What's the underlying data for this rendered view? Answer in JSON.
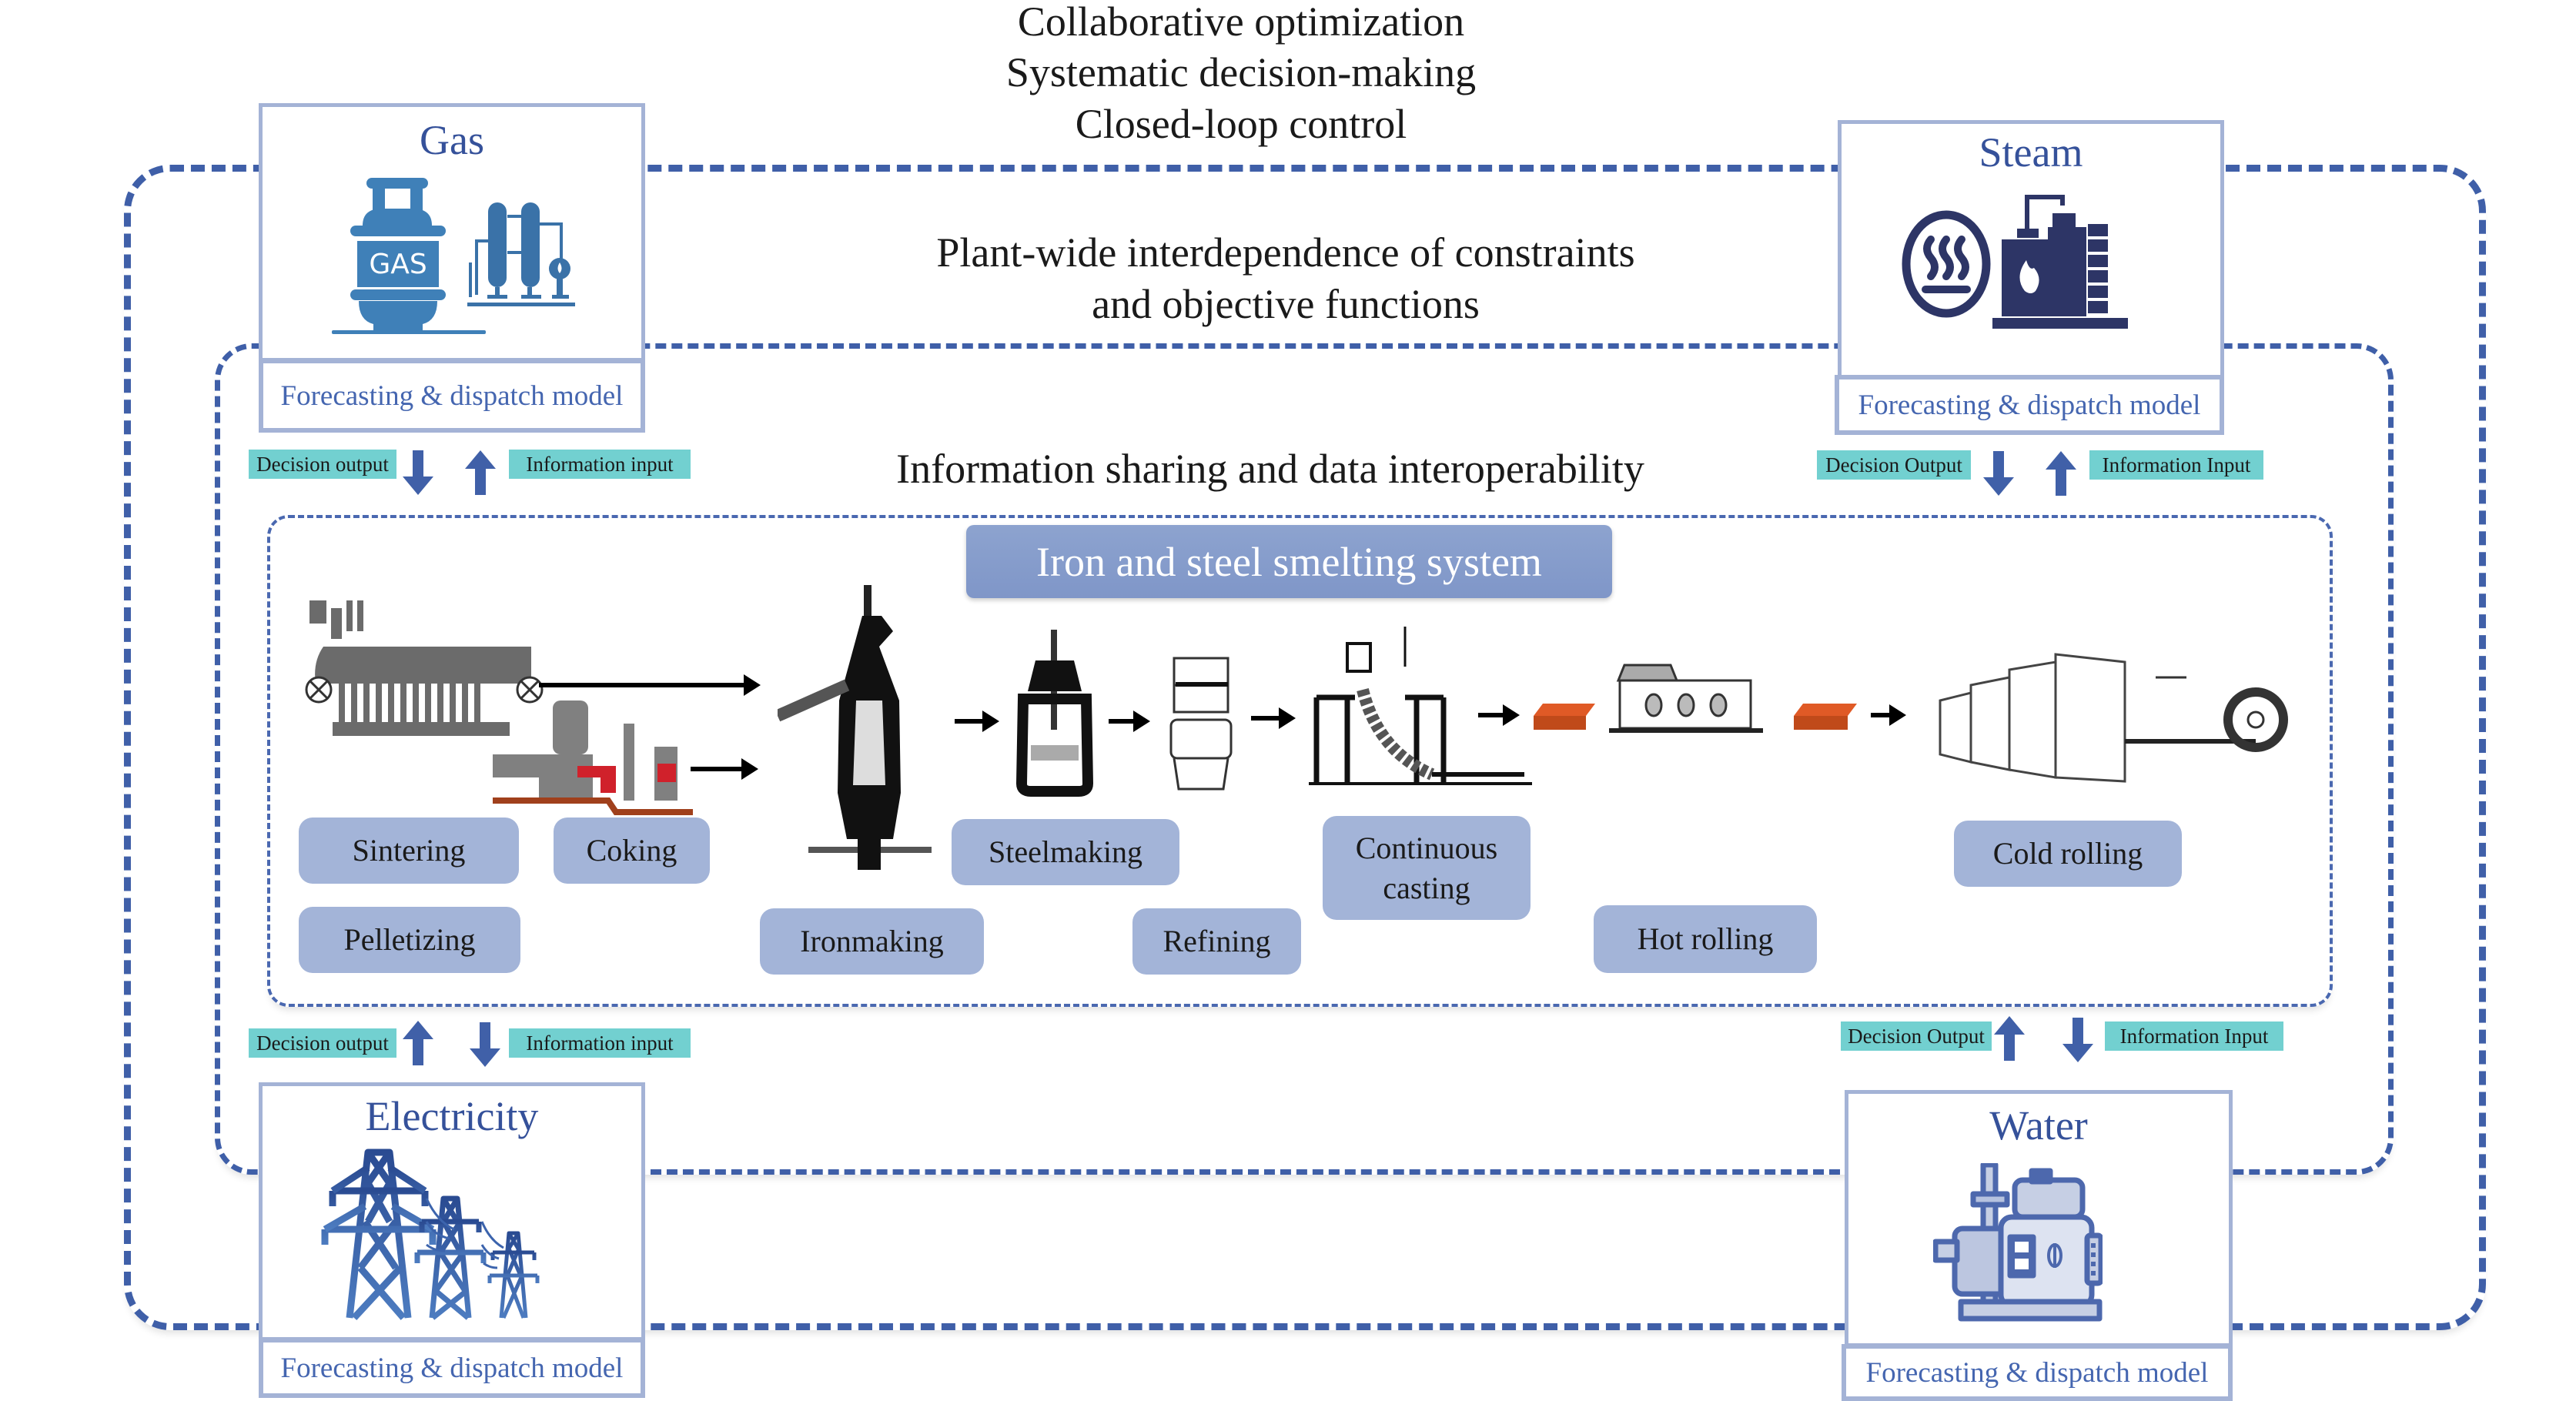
{
  "headings": {
    "top": [
      "Collaborative optimization",
      "Systematic decision-making",
      "Closed-loop control"
    ],
    "middle": [
      "Plant-wide interdependence of constraints",
      "and objective functions"
    ],
    "inner": "Information sharing and data interoperability"
  },
  "system_title": "Iron and steel smelting system",
  "resources": {
    "gas": {
      "title": "Gas",
      "icon": "gas-cylinder-icon",
      "icon_text": "GAS",
      "model": "Forecasting & dispatch model",
      "decision_label": "Decision output",
      "info_label": "Information input"
    },
    "steam": {
      "title": "Steam",
      "icon": "steam-boiler-icon",
      "model": "Forecasting & dispatch model",
      "decision_label": "Decision Output",
      "info_label": "Information Input"
    },
    "electricity": {
      "title": "Electricity",
      "icon": "power-tower-icon",
      "model": "Forecasting & dispatch model",
      "decision_label": "Decision output",
      "info_label": "Information input"
    },
    "water": {
      "title": "Water",
      "icon": "water-pump-icon",
      "model": "Forecasting & dispatch model",
      "decision_label": "Decision Output",
      "info_label": "Information Input"
    }
  },
  "processes": [
    {
      "id": "sintering",
      "label": "Sintering"
    },
    {
      "id": "coking",
      "label": "Coking"
    },
    {
      "id": "pelletizing",
      "label": "Pelletizing"
    },
    {
      "id": "ironmaking",
      "label": "Ironmaking"
    },
    {
      "id": "steelmaking",
      "label": "Steelmaking"
    },
    {
      "id": "refining",
      "label": "Refining"
    },
    {
      "id": "continuous-casting",
      "label": "Continuous casting"
    },
    {
      "id": "hot-rolling",
      "label": "Hot rolling"
    },
    {
      "id": "cold-rolling",
      "label": "Cold rolling"
    }
  ],
  "colors": {
    "frame": "#3f5fa8",
    "resource_border": "#a4b3d6",
    "resource_title": "#35519a",
    "io_label_bg": "#72d0d0",
    "io_arrow": "#4060a8",
    "process_box": "#a3b4d8",
    "system_title_bg": "#8499cb"
  }
}
